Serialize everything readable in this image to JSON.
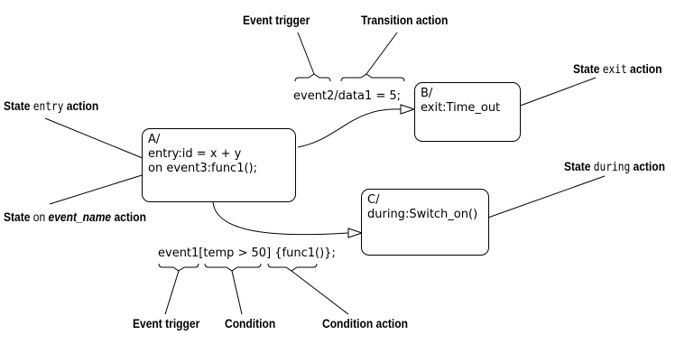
{
  "states": {
    "a": {
      "name": "A/",
      "entry": "entry:id = x + y",
      "on_event": "on event3:func1();"
    },
    "b": {
      "name": "B/",
      "exit": "exit:Time_out"
    },
    "c": {
      "name": "C/",
      "during": "during:Switch_on()"
    }
  },
  "transitions": {
    "top": "event2/data1 = 5;",
    "bottom": "event1[temp > 50] {func1()};"
  },
  "labels": {
    "event_trigger_top": "Event trigger",
    "transition_action": "Transition action",
    "state_word": "State",
    "action_word": "action",
    "entry_keyword": "entry",
    "exit_keyword": "exit",
    "during_keyword": "during",
    "on_keyword": "on",
    "event_name": "event_name",
    "event_trigger_bottom": "Event trigger",
    "condition": "Condition",
    "condition_action": "Condition action"
  }
}
